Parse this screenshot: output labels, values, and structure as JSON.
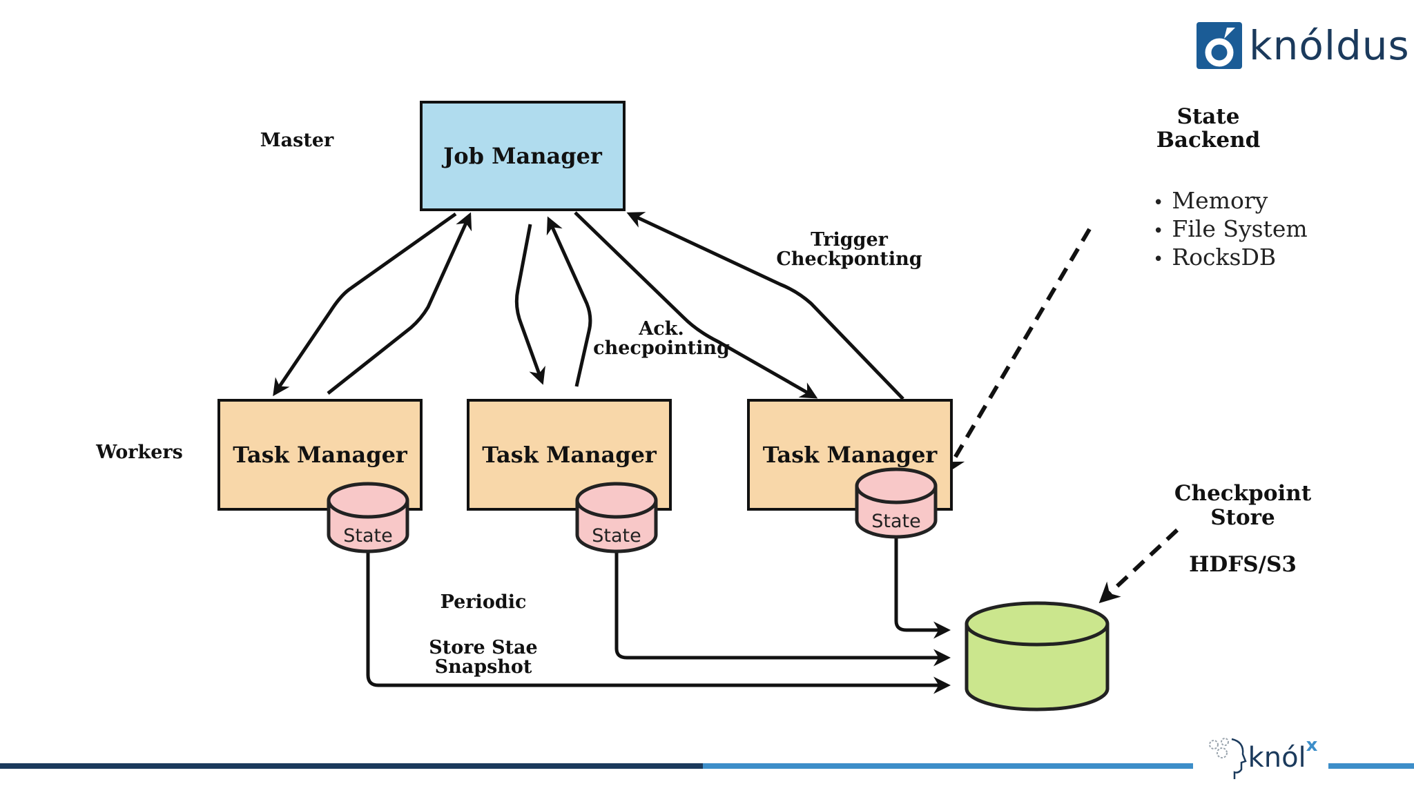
{
  "logo": {
    "text": "knóldus"
  },
  "footer_logo": {
    "text": "knól",
    "superscript": "x"
  },
  "labels": {
    "master": "Master",
    "workers": "Workers",
    "trigger": [
      "Trigger",
      "Checkponting"
    ],
    "ack": [
      "Ack.",
      "checpointing"
    ],
    "periodic": "Periodic",
    "store_snapshot": [
      "Store Stae",
      "Snapshot"
    ]
  },
  "job_manager": {
    "label": "Job Manager",
    "color": "#b0dcee"
  },
  "task_managers": [
    {
      "label": "Task Manager",
      "state": "State"
    },
    {
      "label": "Task Manager",
      "state": "State"
    },
    {
      "label": "Task Manager",
      "state": "State"
    }
  ],
  "state_backend": {
    "title": [
      "State",
      "Backend"
    ],
    "options": [
      "Memory",
      "File System",
      "RocksDB"
    ]
  },
  "checkpoint_store": {
    "title": [
      "Checkpoint",
      "Store"
    ],
    "type": "HDFS/S3",
    "color": "#cbe68d"
  },
  "colors": {
    "task_manager": "#f8d7a9",
    "state": "#f8c8c8",
    "footer_dark": "#1b3a5c",
    "footer_light": "#3d8ec9"
  }
}
